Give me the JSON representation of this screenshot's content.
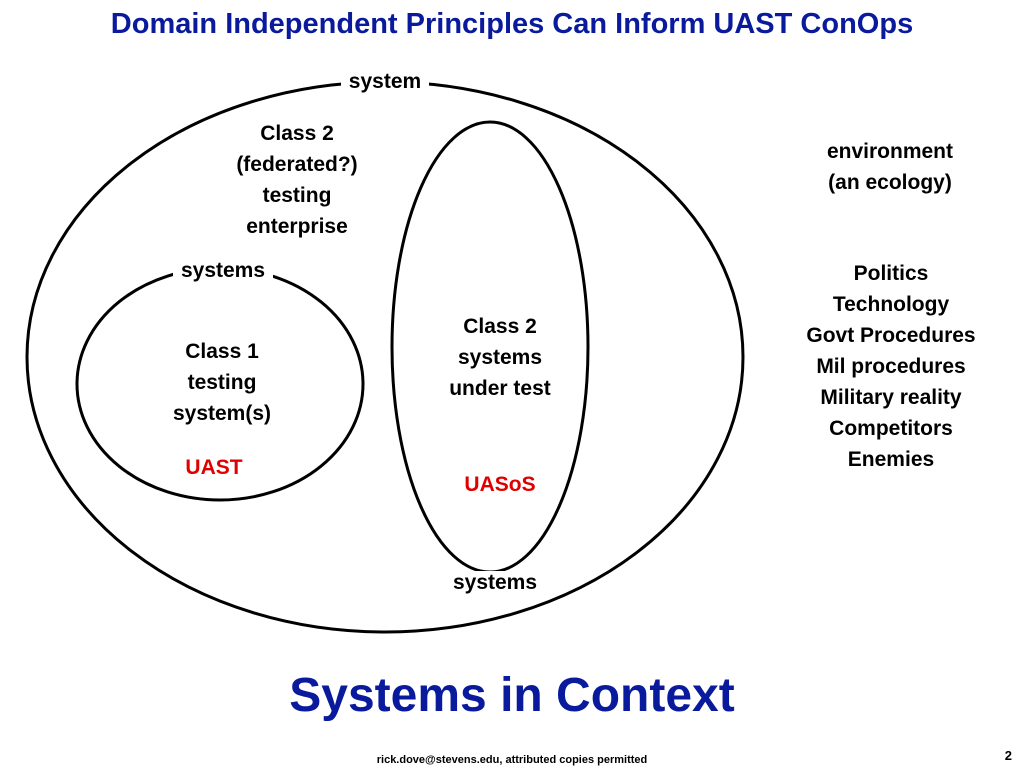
{
  "title": "Domain Independent Principles Can Inform UAST ConOps",
  "diagram": {
    "outer_label": "system",
    "class2_enterprise_lines": [
      "Class 2",
      "(federated?)",
      "testing",
      "enterprise"
    ],
    "inner_left_label": "systems",
    "class1_lines": [
      "Class 1",
      "testing",
      "system(s)"
    ],
    "uast_label": "UAST",
    "class2_sut_lines": [
      "Class 2",
      "systems",
      "under test"
    ],
    "uasos_label": "UASoS",
    "bottom_label": "systems",
    "environment_lines": [
      "environment",
      "(an ecology)"
    ],
    "factors": [
      "Politics",
      "Technology",
      "Govt Procedures",
      "Mil procedures",
      "Military reality",
      "Competitors",
      "Enemies"
    ],
    "accent_red": "#e00000"
  },
  "subtitle": "Systems in Context",
  "footer": "rick.dove@stevens.edu, attributed copies permitted",
  "page_number": "2",
  "colors": {
    "title_blue": "#0a1a9c",
    "line": "#000000"
  }
}
